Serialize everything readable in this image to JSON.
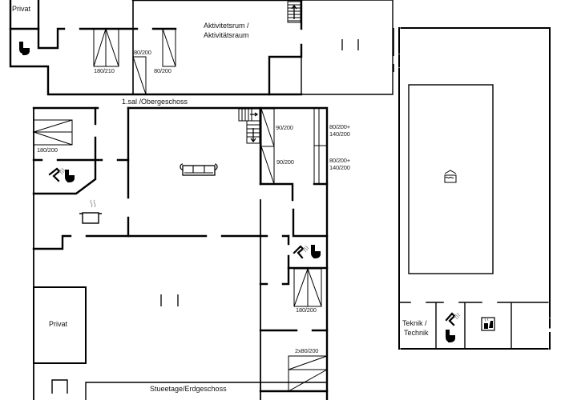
{
  "floors": {
    "upper": {
      "label": "1.sal /Obergeschoss",
      "rooms": [
        {
          "name": "Privat"
        },
        {
          "name_line1": "Aktivitetsrum /",
          "name_line2": "Aktivitätsraum"
        }
      ],
      "beds": [
        "180/210",
        "80/200",
        "80/200"
      ],
      "icons": [
        "toilet-icon",
        "stairs-up-icon"
      ]
    },
    "ground": {
      "label": "Stueetage/Erdgeschoss",
      "rooms": [
        {
          "name": "Privat"
        }
      ],
      "beds": [
        "180/200",
        "90/200",
        "90/200",
        "80/200+",
        "140/200",
        "80/200+",
        "140/200",
        "180/200",
        "2x80/200"
      ],
      "icons": [
        "shower-icon",
        "toilet-icon",
        "stove-pot-icon",
        "sofa-icon",
        "stairs-icon"
      ]
    },
    "annex": {
      "rooms": [
        {
          "name_line1": "Teknik /",
          "name_line2": "Technik"
        }
      ],
      "icons": [
        "pool-icon",
        "shower-icon",
        "toilet-icon",
        "sauna-icon"
      ]
    }
  },
  "labels": {
    "upper_privat": "Privat",
    "activity_1": "Aktivitetsrum /",
    "activity_2": "Aktivitätsraum",
    "bed_180_210": "180/210",
    "bed_80_200_a": "80/200",
    "bed_80_200_b": "80/200",
    "upper_floor": "1.sal /Obergeschoss",
    "bed_180_200_left": "180/200",
    "bed_90_200_a": "90/200",
    "bed_90_200_b": "90/200",
    "bed_combo_a1": "80/200+",
    "bed_combo_a2": "140/200",
    "bed_combo_b1": "80/200+",
    "bed_combo_b2": "140/200",
    "bed_180_200_right": "180/200",
    "bed_2x80_200": "2x80/200",
    "ground_privat": "Privat",
    "ground_floor": "Stueetage/Erdgeschoss",
    "teknik_1": "Teknik /",
    "teknik_2": "Technik"
  }
}
